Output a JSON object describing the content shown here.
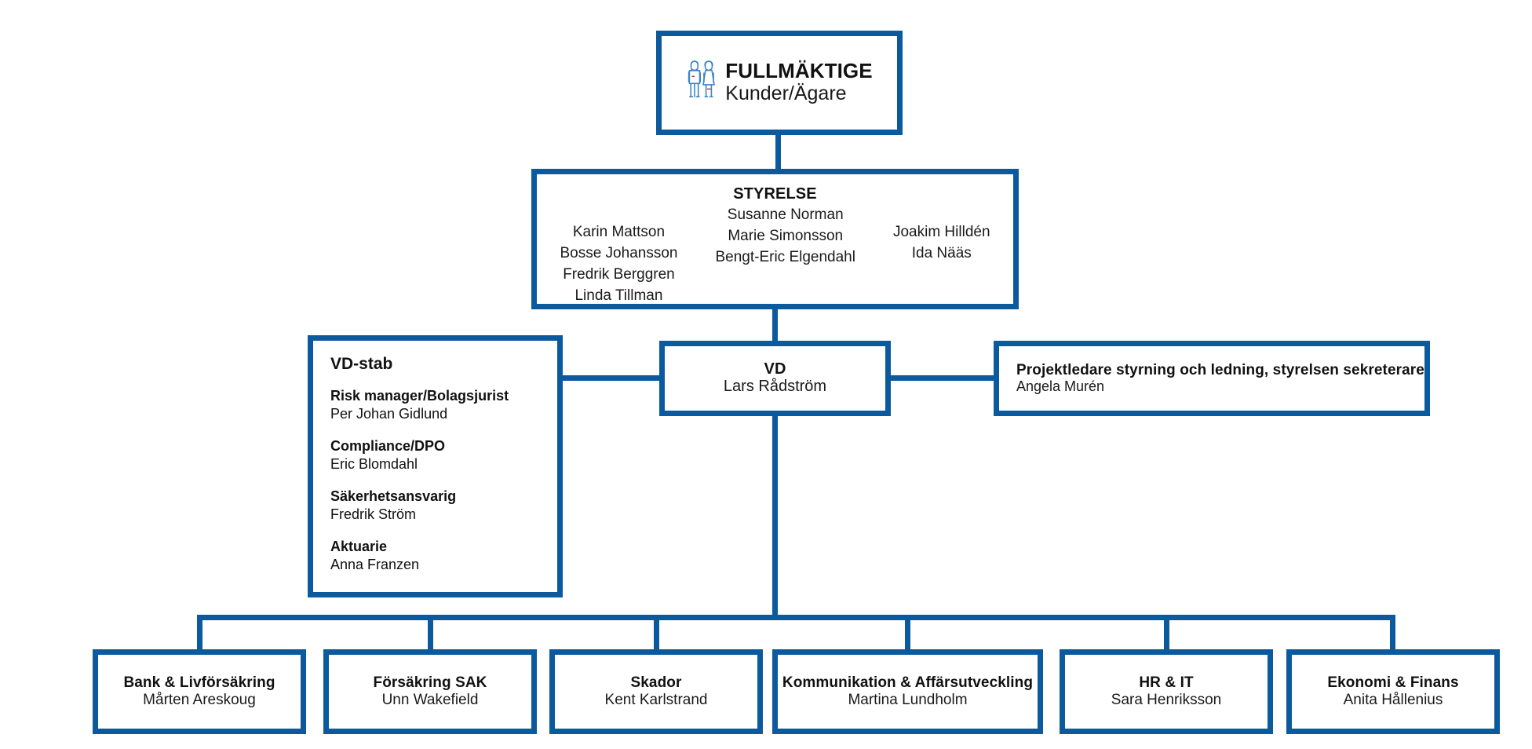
{
  "theme": {
    "line_color": "#0b5a9e",
    "background": "#ffffff",
    "text_color": "#111111",
    "icon_accent": "#c0392b"
  },
  "top": {
    "title": "FULLMÄKTIGE",
    "subtitle": "Kunder/Ägare",
    "icon": "two-people-icon"
  },
  "board": {
    "title": "STYRELSE",
    "columns": [
      [
        "Karin Mattson",
        "Bosse Johansson",
        "Fredrik Berggren",
        "Linda Tillman"
      ],
      [
        "Susanne Norman",
        "Marie Simonsson",
        "Bengt-Eric Elgendahl"
      ],
      [
        "Joakim Hilldén",
        "Ida Nääs"
      ]
    ]
  },
  "ceo": {
    "title": "VD",
    "name": "Lars Rådström"
  },
  "ceo_staff": {
    "heading": "VD-stab",
    "entries": [
      {
        "role": "Risk manager/Bolagsjurist",
        "name": "Per Johan Gidlund"
      },
      {
        "role": "Compliance/DPO",
        "name": "Eric Blomdahl"
      },
      {
        "role": "Säkerhetsansvarig",
        "name": "Fredrik Ström"
      },
      {
        "role": "Aktuarie",
        "name": "Anna Franzen"
      }
    ]
  },
  "project_lead": {
    "title": "Projektledare styrning och ledning, styrelsen sekreterare",
    "name": "Angela Murén"
  },
  "departments": [
    {
      "title": "Bank & Livförsäkring",
      "name": "Mårten Areskoug"
    },
    {
      "title": "Försäkring SAK",
      "name": "Unn Wakefield"
    },
    {
      "title": "Skador",
      "name": "Kent Karlstrand"
    },
    {
      "title": "Kommunikation & Affärsutveckling",
      "name": "Martina Lundholm"
    },
    {
      "title": "HR & IT",
      "name": "Sara Henriksson"
    },
    {
      "title": "Ekonomi & Finans",
      "name": "Anita Hållenius"
    }
  ]
}
